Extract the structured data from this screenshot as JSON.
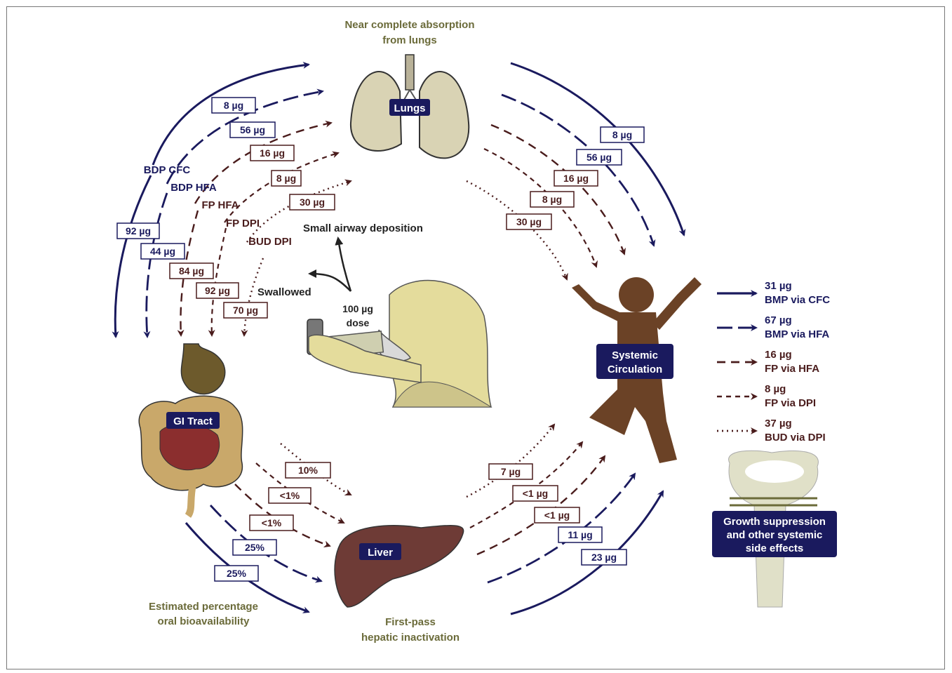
{
  "captions": {
    "top_line1": "Near complete absorption",
    "top_line2": "from lungs",
    "bottom_left_line1": "Estimated percentage",
    "bottom_left_line2": "oral bioavailability",
    "bottom_center_line1": "First-pass",
    "bottom_center_line2": "hepatic inactivation",
    "small_airway": "Small airway deposition",
    "swallowed": "Swallowed",
    "dose_line1": "100 µg",
    "dose_line2": "dose"
  },
  "organs": {
    "lungs": "Lungs",
    "gi": "GI Tract",
    "liver": "Liver",
    "systemic_line1": "Systemic",
    "systemic_line2": "Circulation"
  },
  "formulations": [
    "BDP CFC",
    "BDP HFA",
    "FP HFA",
    "FP DPI",
    "BUD DPI"
  ],
  "to_lungs": [
    "8 µg",
    "56 µg",
    "16 µg",
    "8 µg",
    "30 µg"
  ],
  "lungs_to_systemic": [
    "8 µg",
    "56 µg",
    "16 µg",
    "8 µg",
    "30 µg"
  ],
  "swallowed_to_gi": [
    "92 µg",
    "44 µg",
    "84 µg",
    "92 µg",
    "70 µg"
  ],
  "gi_to_liver": [
    "10%",
    "<1%",
    "<1%",
    "25%",
    "25%"
  ],
  "liver_to_systemic": [
    "7 µg",
    "<1 µg",
    "<1 µg",
    "11 µg",
    "23 µg"
  ],
  "legend": [
    {
      "amount": "31 µg",
      "label": "BMP via CFC",
      "style": "solid"
    },
    {
      "amount": "67 µg",
      "label": "BMP via HFA",
      "style": "longdash"
    },
    {
      "amount": "16 µg",
      "label": "FP via HFA",
      "style": "dash"
    },
    {
      "amount": "8 µg",
      "label": "FP via DPI",
      "style": "shortdash"
    },
    {
      "amount": "37 µg",
      "label": "BUD via DPI",
      "style": "dot"
    }
  ],
  "effects": {
    "line1": "Growth suppression",
    "line2": "and other systemic",
    "line3": "side effects"
  },
  "colors": {
    "navy": "#1a1a5e",
    "maroon": "#4a1c1c",
    "olive": "#6b6b3a",
    "lung": "#d9d3b4",
    "liver": "#6e3b36",
    "child": "#6b4226",
    "bone": "#e0e0c8",
    "skin": "#e4dc9c"
  }
}
